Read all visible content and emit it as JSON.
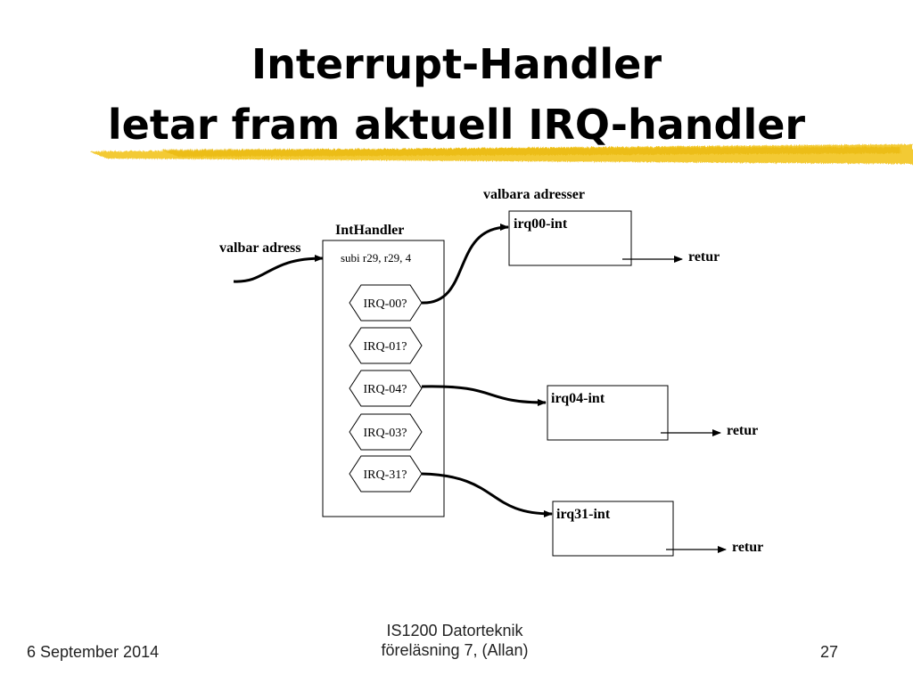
{
  "title": {
    "line1": "Interrupt-Handler",
    "line2": "letar fram aktuell IRQ-handler"
  },
  "diagram": {
    "valbara_adresser": "valbara adresser",
    "valbar_adress": "valbar adress",
    "inthandler_label": "IntHandler",
    "instruction": "subi r29, r29, 4",
    "checks": [
      "IRQ-00?",
      "IRQ-01?",
      "IRQ-04?",
      "IRQ-03?",
      "IRQ-31?"
    ],
    "handlers": [
      {
        "name": "irq00-int",
        "retur": "retur"
      },
      {
        "name": "irq04-int",
        "retur": "retur"
      },
      {
        "name": "irq31-int",
        "retur": "retur"
      }
    ]
  },
  "colors": {
    "highlight": "#f2c41c",
    "ink": "#000000"
  },
  "footer": {
    "date": "6 September 2014",
    "course_line1": "IS1200 Datorteknik",
    "course_line2": "föreläsning 7, (Allan)",
    "page": "27"
  }
}
